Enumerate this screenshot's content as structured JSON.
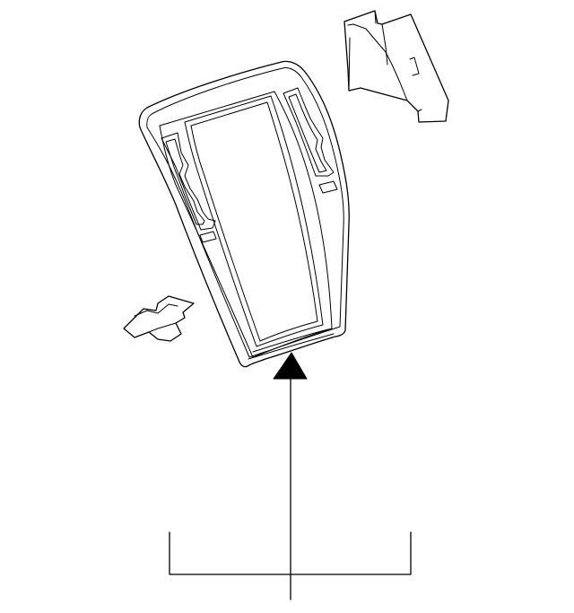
{
  "diagram": {
    "kind": "exploded-parts-illustration",
    "line_color": "#000000",
    "background": "#ffffff",
    "parts": [
      {
        "name": "bezel-panel"
      },
      {
        "name": "mounting-bracket"
      },
      {
        "name": "clip"
      }
    ],
    "callouts": [
      {
        "name": "reference-arrow",
        "label": ""
      }
    ]
  }
}
